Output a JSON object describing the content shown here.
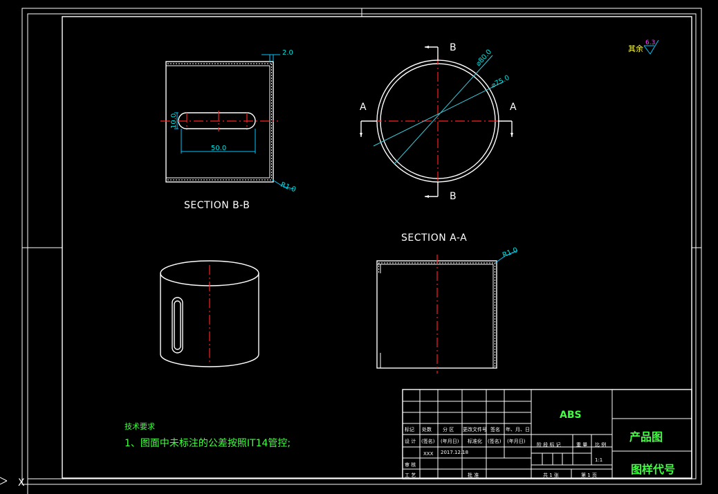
{
  "views": {
    "section_bb": {
      "caption": "SECTION B-B",
      "dim_wall": "2.0",
      "dim_slot_height": "10.0",
      "dim_slot_length": "50.0",
      "dim_radius": "R1.0"
    },
    "top_view": {
      "label_a_left": "A",
      "label_a_right": "A",
      "label_b_top": "B",
      "label_b_bottom": "B",
      "dim_outer_dia": "⌀80.0",
      "dim_inner_dia": "⌀75.0"
    },
    "section_aa": {
      "caption": "SECTION A-A",
      "dim_radius": "R1.0"
    }
  },
  "surface_finish": {
    "label": "其余",
    "value": "6.3"
  },
  "technical_requirements": {
    "title": "技术要求",
    "item_1": "1、图面中未标注的公差按照IT14管控;"
  },
  "title_block": {
    "material": "ABS",
    "product_name": "产品图",
    "drawing_number_label": "图样代号",
    "headers": [
      "标记",
      "处数",
      "分 区",
      "更改文件号",
      "签名",
      "年、月、日"
    ],
    "design_row": [
      "设 计",
      "(签名)",
      "(年月日)",
      "标准化",
      "(签名)",
      "(年月日)"
    ],
    "designer": "XXX",
    "date": "2017.12.18",
    "review_label": "审 核",
    "process_label": "工 艺",
    "approve_label": "批 准",
    "stage_headers": [
      "阶 段 标 记",
      "重 量",
      "比 例"
    ],
    "scale": "1:1",
    "sheets_total": "共 1 张",
    "sheet_number": "第 1 页"
  },
  "ucs_icon": {
    "x_label": "X"
  },
  "colors": {
    "background": "#000000",
    "outline": "#ffffff",
    "centerline": "#ff2020",
    "dimension": "#00e0e0",
    "note_text": "#40ff40",
    "finish_text": "#ffff40",
    "finish_value": "#ff40ff"
  }
}
